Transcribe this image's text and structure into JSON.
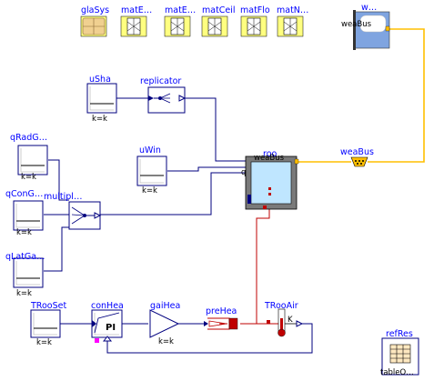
{
  "components": {
    "glaSys": "glaSys",
    "matExtWal": "matE…",
    "matExtWal2": "matE…",
    "matCeil": "matCeil",
    "matFlo": "matFlo",
    "matN": "matN…",
    "weaDat": "w…",
    "weaBus_icon": "weaBus",
    "uSha": "uSha",
    "uSha_param": "k=k",
    "replicator": "replicator",
    "qRadGai": "qRadG…",
    "qRadGai_param": "k=k",
    "uWin": "uWin",
    "uWin_param": "k=k",
    "roo_top": "roo",
    "roo_weaBus": "weaBus",
    "roo_q": "q",
    "weaBus_conn": "weaBus",
    "qConGai": "qConG…",
    "qConGai_param": "k=k",
    "multiplex": "multipl…",
    "qLatGai": "qLatGa…",
    "qLatGai_param": "k=k",
    "TRooSet": "TRooSet",
    "TRooSet_param": "k=k",
    "conHea": "conHea",
    "conHea_text": "PI",
    "gaiHea": "gaiHea",
    "gaiHea_param": "k=k",
    "preHea": "preHea",
    "TRooAir": "TRooAir",
    "TRooAir_unit": "K",
    "refRes": "refRes",
    "tableOut": "tableO…"
  },
  "colors": {
    "label": "#0000ff",
    "signal_wire": "#00007f",
    "heat_wire": "#bf0000",
    "bus_wire": "#ffbf00",
    "material_fill": "#ffff80"
  }
}
